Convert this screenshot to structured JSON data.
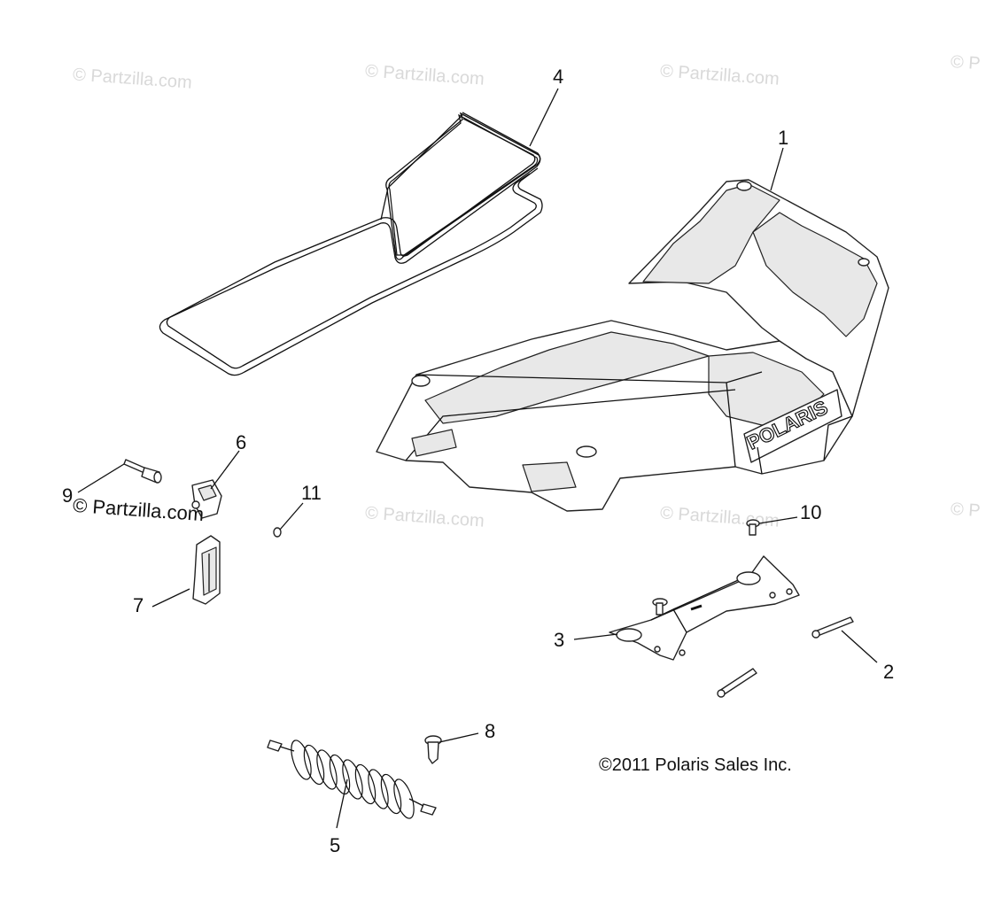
{
  "watermark": "© Partzilla.com",
  "watermark_overlay": "© Partzilla.com",
  "copyright": "©2011 Polaris Sales Inc.",
  "brand_logo": "POLARIS",
  "callouts": {
    "c1": "1",
    "c2": "2",
    "c3": "3",
    "c4": "4",
    "c5": "5",
    "c6": "6",
    "c7": "7",
    "c8": "8",
    "c9": "9",
    "c10": "10",
    "c11": "11"
  }
}
